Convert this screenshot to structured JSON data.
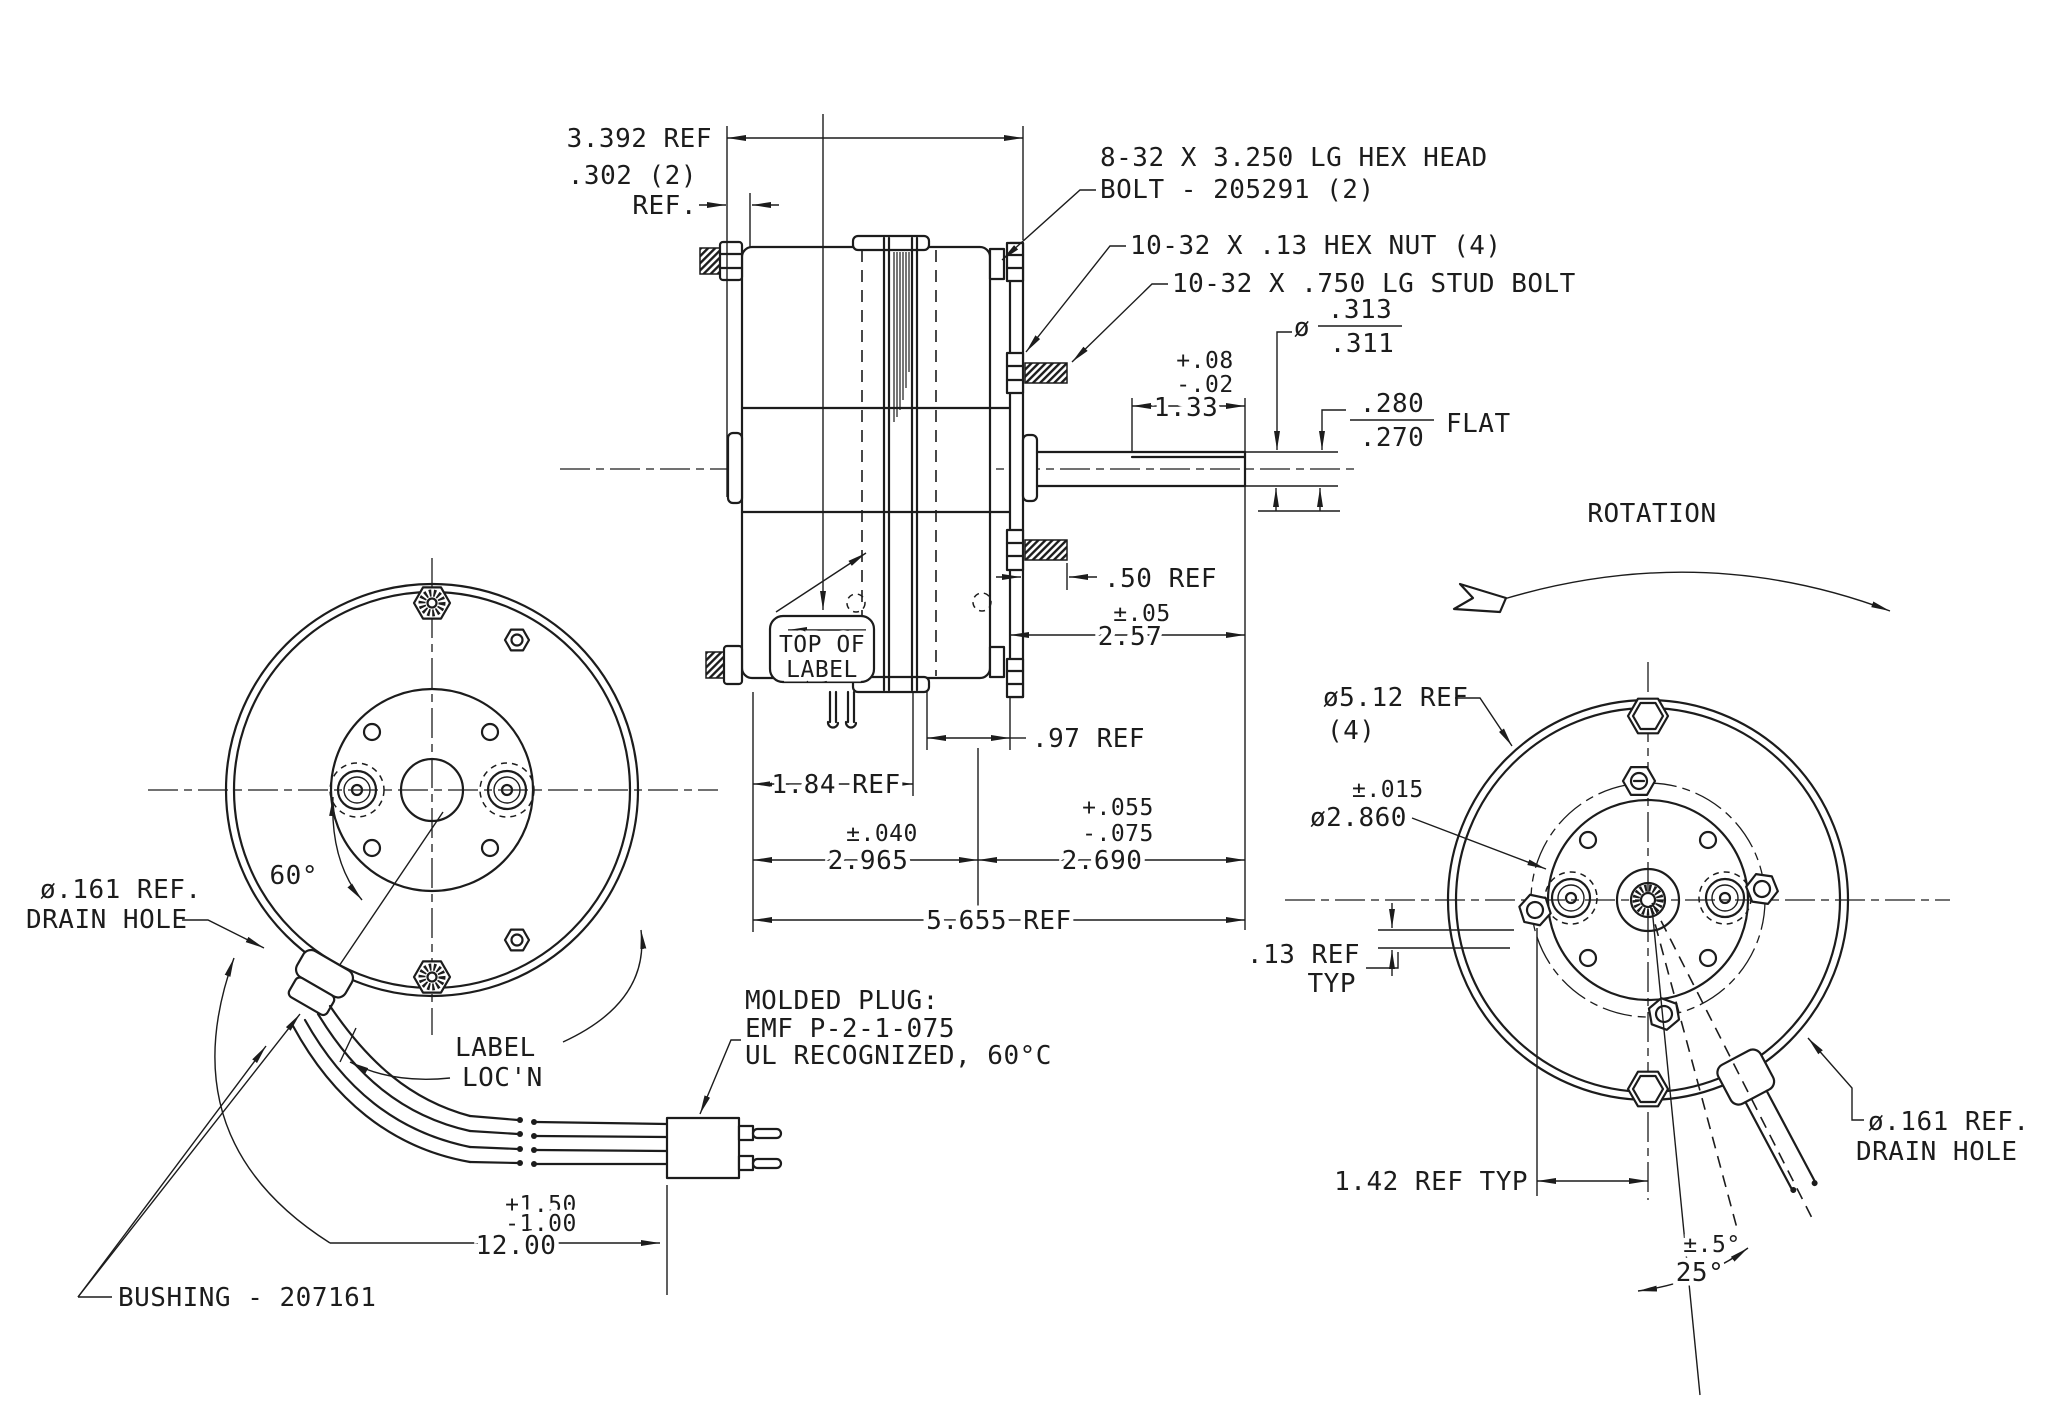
{
  "title": "motor-outline-engineering-drawing",
  "colors": {
    "line": "#1c1c1c",
    "background": "#ffffff"
  },
  "side_view": {
    "dim_3392": "3.392 REF",
    "dim_302_l1": ".302 (2)",
    "dim_302_l2": "REF.",
    "callout_hex_bolt_l1": "8-32 X 3.250 LG HEX HEAD",
    "callout_hex_bolt_l2": "BOLT - 205291 (2)",
    "callout_hex_nut": "10-32 X .13 HEX NUT (4)",
    "callout_stud_bolt": "10-32 X .750 LG STUD BOLT",
    "dia_sym": "ø",
    "dim_shaft_dia_upper": ".313",
    "dim_shaft_dia_lower": ".311",
    "dim_133_tol_plus": "+.08",
    "dim_133_tol_minus": "-.02",
    "dim_133": "1.33",
    "dim_flat_upper": ".280",
    "dim_flat_lower": ".270",
    "dim_flat_suffix": "FLAT",
    "dim_50": ".50 REF",
    "dim_257_tol": "±.05",
    "dim_257": "2.57",
    "dim_97": ".97 REF",
    "dim_184": "1.84 REF",
    "label_box_l1": "TOP OF",
    "label_box_l2": "LABEL",
    "dim_2965_tol": "±.040",
    "dim_2965": "2.965",
    "dim_2690_tol_plus": "+.055",
    "dim_2690_tol_minus": "-.075",
    "dim_2690": "2.690",
    "dim_5655": "5.655 REF"
  },
  "left_view": {
    "dim_60": "60°",
    "drain_l1": "ø.161 REF.",
    "drain_l2": "DRAIN HOLE",
    "label_locn_l1": "LABEL",
    "label_locn_l2": "LOC'N",
    "plug_l1": "MOLDED PLUG:",
    "plug_l2": "EMF P-2-1-075",
    "plug_l3": "UL RECOGNIZED, 60°C",
    "dim_12_tol_plus": "+1.50",
    "dim_12_tol_minus": "-1.00",
    "dim_12": "12.00",
    "bushing": "BUSHING - 207161"
  },
  "right_view": {
    "rotation": "ROTATION",
    "dim_512_l1": "ø5.12 REF",
    "dim_512_l2": "(4)",
    "dim_2860_tol": "±.015",
    "dim_2860": "ø2.860",
    "dim_13_l1": ".13 REF",
    "dim_13_l2": "TYP",
    "dim_142": "1.42 REF TYP",
    "drain_l1": "ø.161 REF.",
    "drain_l2": "DRAIN HOLE",
    "dim_25_tol": "±.5°",
    "dim_25": "25°"
  }
}
